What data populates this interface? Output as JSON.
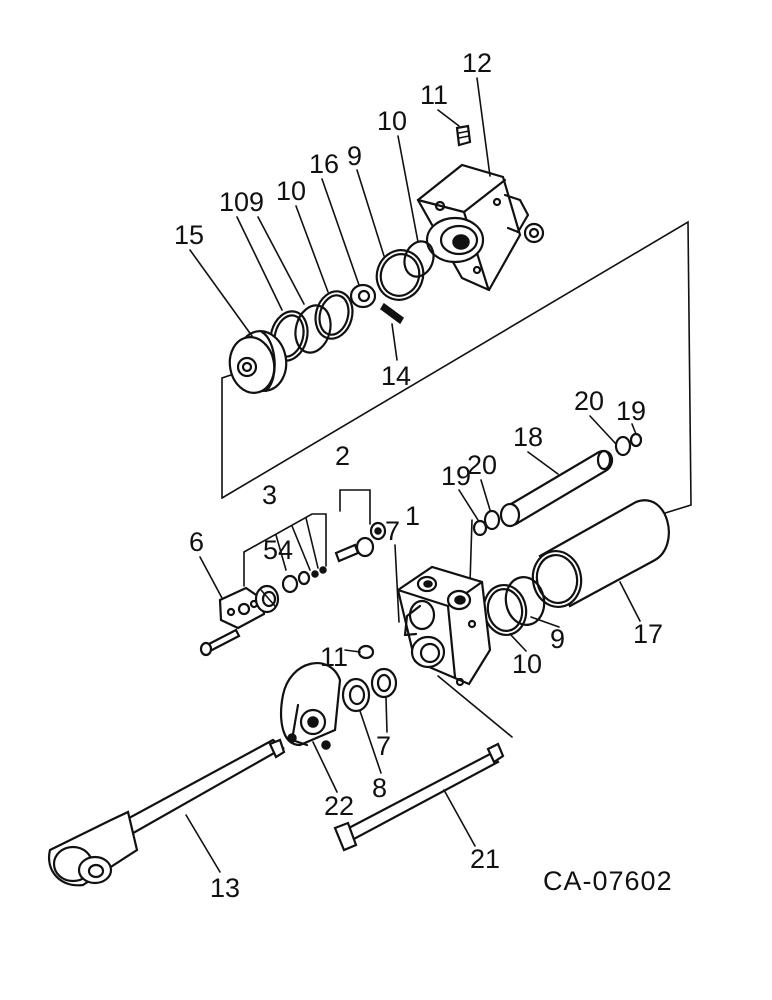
{
  "diagram": {
    "drawing_code": "CA-07602",
    "callouts": [
      {
        "id": "c12",
        "text": "12"
      },
      {
        "id": "c11a",
        "text": "11"
      },
      {
        "id": "c10a",
        "text": "10"
      },
      {
        "id": "c9a",
        "text": "9"
      },
      {
        "id": "c16",
        "text": "16"
      },
      {
        "id": "c10b",
        "text": "10"
      },
      {
        "id": "c109",
        "text": "109"
      },
      {
        "id": "c15",
        "text": "15"
      },
      {
        "id": "c14",
        "text": "14"
      },
      {
        "id": "c20a",
        "text": "20"
      },
      {
        "id": "c19a",
        "text": "19"
      },
      {
        "id": "c18",
        "text": "18"
      },
      {
        "id": "c19b",
        "text": "19"
      },
      {
        "id": "c20b",
        "text": "20"
      },
      {
        "id": "c2",
        "text": "2"
      },
      {
        "id": "c3",
        "text": "3"
      },
      {
        "id": "c54",
        "text": "54"
      },
      {
        "id": "c6",
        "text": "6"
      },
      {
        "id": "c1",
        "text": "1"
      },
      {
        "id": "c7a",
        "text": "7"
      },
      {
        "id": "c9b",
        "text": "9"
      },
      {
        "id": "c17",
        "text": "17"
      },
      {
        "id": "c10c",
        "text": "10"
      },
      {
        "id": "c11b",
        "text": "11"
      },
      {
        "id": "c7b",
        "text": "7"
      },
      {
        "id": "c8",
        "text": "8"
      },
      {
        "id": "c22",
        "text": "22"
      },
      {
        "id": "c21",
        "text": "21"
      },
      {
        "id": "c13",
        "text": "13"
      }
    ]
  }
}
